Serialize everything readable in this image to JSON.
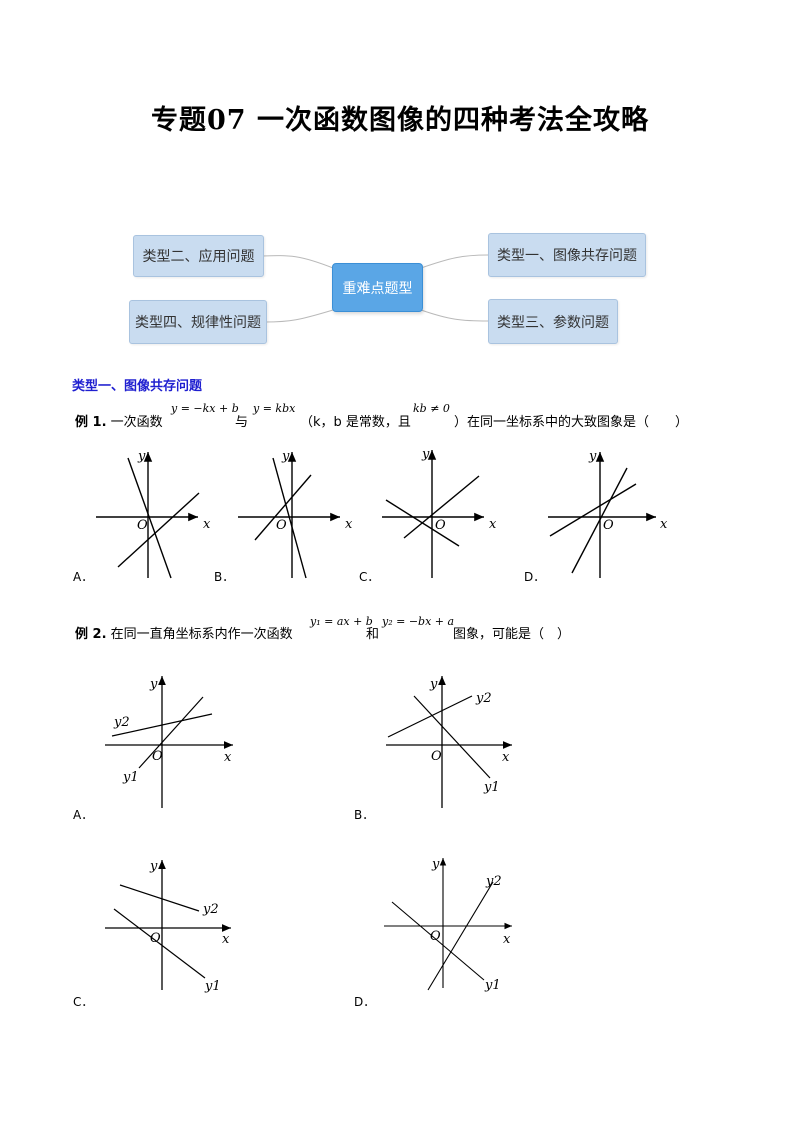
{
  "title": "专题07  一次函数图像的四种考法全攻略",
  "mindmap": {
    "center": "重难点题型",
    "type1": "类型一、图像共存问题",
    "type2": "类型二、应用问题",
    "type3": "类型三、参数问题",
    "type4": "类型四、规律性问题"
  },
  "section1": {
    "heading": "类型一、图像共存问题"
  },
  "example1": {
    "label": "例 1.",
    "text_a": "一次函数",
    "formula1": "y = −kx + b",
    "text_b": "与",
    "formula2": "y = kbx",
    "text_c": "（k，b 是常数，且",
    "formula3": "kb ≠ 0",
    "text_d": "）在同一坐标系中的大致图象是（　　）",
    "options": [
      "A．",
      "B．",
      "C．",
      "D．"
    ],
    "axis_x": "x",
    "axis_y": "y",
    "origin": "O"
  },
  "example2": {
    "label": "例 2.",
    "text_a": "在同一直角坐标系内作一次函数",
    "formula1": "y₁ = ax + b",
    "text_b": "和",
    "formula2": "y₂ = −bx + a",
    "text_c": "图象，可能是（　）",
    "options": [
      "A．",
      "B．",
      "C．",
      "D．"
    ],
    "axis_x": "x",
    "axis_y": "y",
    "origin": "O",
    "label_y1": "y1",
    "label_y2": "y2"
  }
}
